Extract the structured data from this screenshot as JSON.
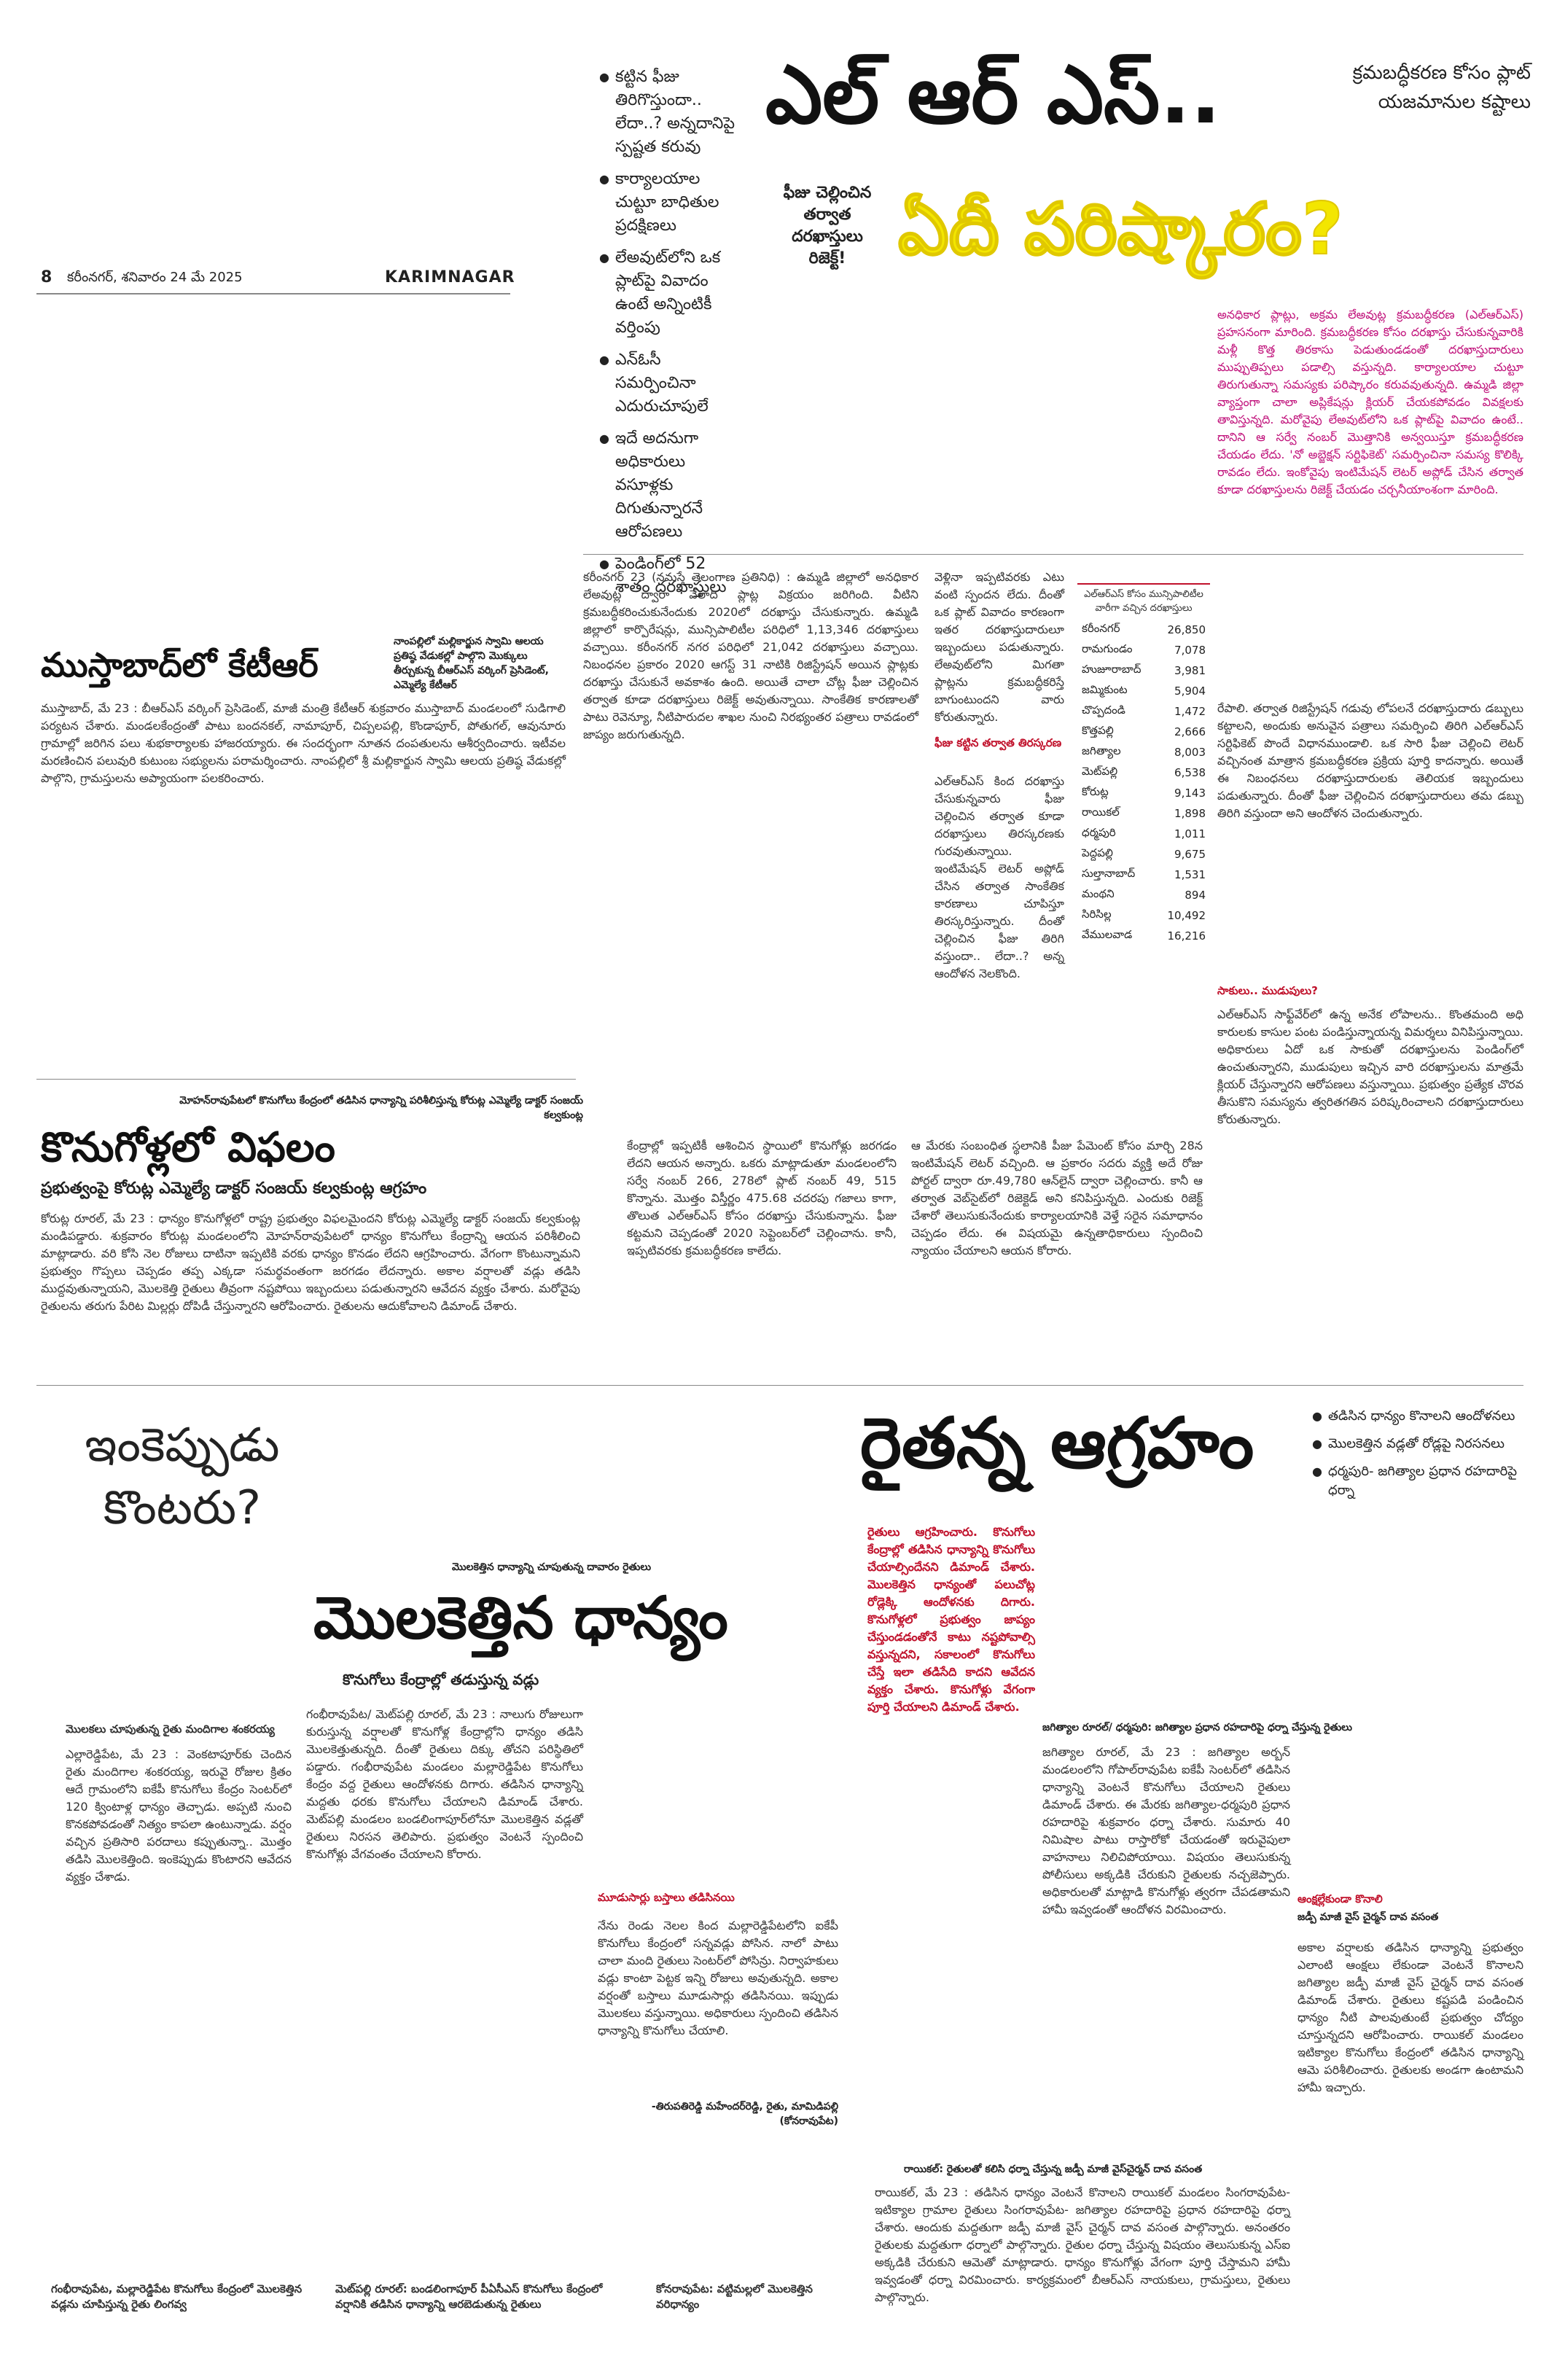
{
  "masthead": {
    "page_number": "8",
    "dateline": "కరీంనగర్, శనివారం 24 మే 2025",
    "edition": "KARIMNAGAR"
  },
  "lrs_story": {
    "bullets": [
      "కట్టిన ఫీజు తిరిగొస్తుందా.. లేదా..? అన్నదానిపై స్పష్టత కరువు",
      "కార్యాలయాల చుట్టూ బాధితుల ప్రదక్షిణలు",
      "లేఅవుట్‌లోని ఒక ప్లాట్‌పై వివాదం ఉంటే అన్నింటికీ వర్తింపు",
      "ఎన్‌ఓసీ సమర్పించినా ఎదురుచూపులే",
      "ఇదే అదనుగా అధికారులు వసూళ్లకు దిగుతున్నారనే ఆరోపణలు",
      "పెండింగ్‌లో 52 శాతం దరఖాస్తులు"
    ],
    "headline": "ఎల్ ఆర్ ఎస్..",
    "kicker": "క్రమబద్ధీకరణ కోసం ప్లాట్ యజమానుల కష్టాలు",
    "tag": "ఫీజు చెల్లించిన తర్వాత దరఖాస్తులు రిజెక్ట్!",
    "headline2": "ఏదీ పరిష్కారం?",
    "intro": "అనధికార ప్లాట్లు, అక్రమ లేఅవుట్ల క్రమబద్ధీకరణ (ఎల్‌ఆర్‌ఎస్) ప్రహసనంగా మారింది. క్రమబద్ధీకరణ కోసం దరఖాస్తు చేసుకున్నవారికి మళ్లీ కొత్త తిరకాసు పెడుతుండడంతో దరఖాస్తుదారులు ముప్పుతిప్పలు పడాల్సి వస్తున్నది. కార్యాలయాల చుట్టూ తిరుగుతున్నా సమస్యకు పరిష్కారం కరువవుతున్నది. ఉమ్మడి జిల్లా వ్యాప్తంగా చాలా అప్లికేషన్లు క్లియర్ చేయకపోవడం వివక్షలకు తావిస్తున్నది. మరోవైపు లేఅవుట్‌లోని ఒక ప్లాట్‌పై వివాదం ఉంటే.. దానిని ఆ సర్వే నంబర్ మొత్తానికి అన్వయిస్తూ క్రమబద్ధీకరణ చేయడం లేదు. 'నో అబ్జెక్షన్ సర్టిఫికెట్' సమర్పించినా సమస్య కొలిక్కి రావడం లేదు. ఇంకోవైపు ఇంటిమేషన్ లెటర్ అప్లోడ్ చేసిన తర్వాత కూడా దరఖాస్తులను రిజెక్ట్ చేయడం చర్చనీయాంశంగా మారింది.",
    "col1": "కరీంనగర్ 23 (నమస్తే తెలంగాణ ప్రతినిధి) : ఉమ్మడి జిల్లాలో అనధికార లేఅవుట్ల ద్వారా వేలాది ప్లాట్ల విక్రయం జరిగింది. వీటిని క్రమబద్ధీకరించుకునేందుకు 2020లో దరఖాస్తు చేసుకున్నారు. ఉమ్మడి జిల్లాలో కార్పొరేషన్లు, మున్సిపాలిటీల పరిధిలో 1,13,346 దరఖాస్తులు వచ్చాయి. కరీంనగర్ నగర పరిధిలో 21,042 దరఖాస్తులు వచ్చాయి. నిబంధనల ప్రకారం 2020 ఆగస్ట్ 31 నాటికి రిజిస్ట్రేషన్ అయిన ప్లాట్లకు దరఖాస్తు చేసుకునే అవకాశం ఉంది. అయితే చాలా చోట్ల ఫీజు చెల్లించిన తర్వాత కూడా దరఖాస్తులు రిజెక్ట్ అవుతున్నాయి. సాంకేతిక కారణాలతో పాటు రెవెన్యూ, నీటిపారుదల శాఖల నుంచి నిరభ్యంతర పత్రాలు రావడంలో జాప్యం జరుగుతున్నది.",
    "col2": "వెళ్లినా ఇప్పటివరకు ఎటు వంటి స్పందన లేదు. దీంతో ఒక ప్లాట్ వివాదం కారణంగా ఇతర దరఖాస్తుదారులూ ఇబ్బందులు పడుతున్నారు. లేఅవుట్‌లోని మిగతా ప్లాట్లను క్రమబద్ధీకరిస్తే బాగుంటుందని వారు కోరుతున్నారు.",
    "subhead1": "ఫీజు కట్టిన తర్వాత తిరస్కరణ",
    "col2b": "ఎల్‌ఆర్‌ఎస్ కింద దరఖాస్తు చేసుకున్నవారు ఫీజు చెల్లించిన తర్వాత కూడా దరఖాస్తులు తిరస్కరణకు గురవుతున్నాయి. ఇంటిమేషన్ లెటర్ అప్లోడ్ చేసిన తర్వాత సాంకేతిక కారణాలు చూపిస్తూ తిరస్కరిస్తున్నారు. దీంతో చెల్లించిన ఫీజు తిరిగి వస్తుందా.. లేదా..? అన్న ఆందోళన నెలకొంది."
  },
  "pending_table": {
    "caption": "ఎల్‌ఆర్‌ఎస్ కోసం మున్సిపాలిటీల వారీగా వచ్చిన దరఖాస్తులు",
    "rows": [
      {
        "name": "కరీంనగర్",
        "value": "26,850"
      },
      {
        "name": "రామగుండం",
        "value": "7,078"
      },
      {
        "name": "హుజూరాబాద్",
        "value": "3,981"
      },
      {
        "name": "జమ్మికుంట",
        "value": "5,904"
      },
      {
        "name": "చొప్పదండి",
        "value": "1,472"
      },
      {
        "name": "కొత్తపల్లి",
        "value": "2,666"
      },
      {
        "name": "జగిత్యాల",
        "value": "8,003"
      },
      {
        "name": "మెట్‌పల్లి",
        "value": "6,538"
      },
      {
        "name": "కోరుట్ల",
        "value": "9,143"
      },
      {
        "name": "రాయికల్",
        "value": "1,898"
      },
      {
        "name": "ధర్మపురి",
        "value": "1,011"
      },
      {
        "name": "పెద్దపల్లి",
        "value": "9,675"
      },
      {
        "name": "సుల్తానాబాద్",
        "value": "1,531"
      },
      {
        "name": "మంథని",
        "value": "894"
      },
      {
        "name": "సిరిసిల్ల",
        "value": "10,492"
      },
      {
        "name": "వేములవాడ",
        "value": "16,216"
      }
    ]
  },
  "lrs_right_col": {
    "text": "రేపాలి. తర్వాత రిజిస్ట్రేషన్ గడువు లోపలనే దరఖాస్తుదారు డబ్బులు కట్టాలని, అందుకు అనువైన పత్రాలు సమర్పించి తిరిగి ఎల్‌ఆర్‌ఎస్ సర్టిఫికెట్ పొందే విధానముండాలి. ఒక సారి ఫీజు చెల్లించి లెటర్ వచ్చినంత మాత్రాన క్రమబద్ధీకరణ ప్రక్రియ పూర్తి కాదన్నారు. అయితే ఈ నిబంధనలు దరఖాస్తుదారులకు తెలియక ఇబ్బందులు పడుతున్నారు. దీంతో ఫీజు చెల్లించిన దరఖాస్తుదారులు తమ డబ్బు తిరిగి వస్తుందా అని ఆందోళన చెందుతున్నారు.",
    "subhead": "సాకులు.. ముడుపులు?",
    "text2": "ఎల్‌ఆర్‌ఎస్ సాఫ్ట్‌వేర్‌లో ఉన్న అనేక లోపాలను.. కొంతమంది అధి కారులకు కాసుల పంట పండిస్తున్నాయన్న విమర్శలు వినిపిస్తున్నాయి. అధికారులు ఏదో ఒక సాకుతో దరఖాస్తులను పెండింగ్‌లో ఉంచుతున్నారని, ముడుపులు ఇచ్చిన వారి దరఖాస్తులను మాత్రమే క్లియర్ చేస్తున్నారని ఆరోపణలు వస్తున్నాయి. ప్రభుత్వం ప్రత్యేక చొరవ తీసుకొని సమస్యను త్వరితగతిన పరిష్కరించాలని దరఖాస్తుదారులు కోరుతున్నారు."
  },
  "ktr_story": {
    "kicker": "నాంపల్లిలో మల్లికార్జున స్వామి ఆలయ ప్రతిష్ఠ వేడుకల్లో పాల్గొని మొక్కులు తీర్చుకున్న బీఆర్‌ఎస్ వర్కింగ్ ప్రెసిడెంట్, ఎమ్మెల్యే కేటీఆర్",
    "headline": "ముస్తాబాద్‌లో కేటీఆర్",
    "body": "ముస్తాబాద్, మే 23 : బీఆర్‌ఎస్ వర్కింగ్ ప్రెసిడెంట్, మాజీ మంత్రి కేటీఆర్ శుక్రవారం ముస్తాబాద్ మండలంలో సుడిగాలి పర్యటన చేశారు. మండలకేంద్రంతో పాటు బందనకల్, నామాపూర్, చిప్పలపల్లి, కొండాపూర్, పోతుగల్, ఆవునూరు గ్రామాల్లో జరిగిన పలు శుభకార్యాలకు హాజరయ్యారు. ఈ సందర్భంగా నూతన దంపతులను ఆశీర్వదించారు. ఇటీవల మరణించిన పలువురి కుటుంబ సభ్యులను పరామర్శించారు. నాంపల్లిలో శ్రీ మల్లికార్జున స్వామి ఆలయ ప్రతిష్ఠ వేడుకల్లో పాల్గొని, గ్రామస్తులను అప్యాయంగా పలకరించారు."
  },
  "purchase_story": {
    "kicker": "మోహన్‌రావుపేటలో కొనుగోలు కేంద్రంలో తడిసిన ధాన్యాన్ని పరిశీలిస్తున్న కోరుట్ల ఎమ్మెల్యే డాక్టర్ సంజయ్ కల్వకుంట్ల",
    "headline": "కొనుగోళ్లలో విఫలం",
    "deck": "ప్రభుత్వంపై కోరుట్ల ఎమ్మెల్యే డాక్టర్ సంజయ్ కల్వకుంట్ల ఆగ్రహం",
    "body": "కోరుట్ల రూరల్, మే 23 : ధాన్యం కొనుగోళ్లలో రాష్ట్ర ప్రభుత్వం విఫలమైందని కోరుట్ల ఎమ్మెల్యే డాక్టర్ సంజయ్ కల్వకుంట్ల మండిపడ్డారు. శుక్రవారం కోరుట్ల మండలంలోని మోహన్‌రావుపేటలో ధాన్యం కొనుగోలు కేంద్రాన్ని ఆయన పరిశీలించి మాట్లాడారు. వరి కోసి నెల రోజులు దాటినా ఇప్పటికి వరకు ధాన్యం కొనడం లేదని ఆగ్రహించారు. వేగంగా కొంటున్నామని ప్రభుత్వం గొప్పలు చెప్పడం తప్ప ఎక్కడా సమర్థవంతంగా జరగడం లేదన్నారు. అకాల వర్షాలతో వడ్లు తడిసి ముద్దవుతున్నాయని, మొలకెత్తి రైతులు తీవ్రంగా నష్టపోయి ఇబ్బందులు పడుతున్నారని ఆవేదన వ్యక్తం చేశారు. మరోవైపు రైతులను తరుగు పేరిట మిల్లర్లు దోపిడీ చేస్తున్నారని ఆరోపించారు. రైతులను ఆదుకోవాలని డిమాండ్ చేశారు."
  },
  "purchase_cols": {
    "col1": "కేంద్రాల్లో ఇప్పటికీ ఆశించిన స్థాయిలో కొనుగోళ్లు జరగడం లేదని ఆయన అన్నారు. ఒకరు మాట్లాడుతూ మండలంలోని సర్వే నంబర్ 266, 278లో ప్లాట్ నంబర్ 49, 515 కొన్నాను. మొత్తం విస్తీర్ణం 475.68 చదరపు గజాలు కాగా, తొలుత ఎల్‌ఆర్‌ఎస్ కోసం దరఖాస్తు చేసుకున్నాను. ఫీజు కట్టమని చెప్పడంతో 2020 సెప్టెంబర్‌లో చెల్లించాను. కానీ, ఇప్పటివరకు క్రమబద్ధీకరణ కాలేదు.",
    "col2": "ఆ మేరకు సంబంధిత స్థలానికి పీజు పేమెంట్ కోసం మార్చి 28న ఇంటిమేషన్ లెటర్ వచ్చింది. ఆ ప్రకారం సదరు వ్యక్తి అదే రోజు పోర్టల్ ద్వారా రూ.49,780 ఆన్‌లైన్ ద్వారా చెల్లించారు. కానీ ఆ తర్వాత వెబ్‌సైట్‌లో రిజెక్టెడ్ అని కనిపిస్తున్నది. ఎందుకు రిజెక్ట్ చేశారో తెలుసుకునేందుకు కార్యాలయానికి వెళ్తే సరైన సమాధానం చెప్పడం లేదు. ఈ విషయమై ఉన్నతాధికారులు స్పందించి న్యాయం చేయాలని ఆయన కోరారు."
  },
  "farmer_story": {
    "question": "ఇంకెప్పుడు కొంటరు?",
    "headline": "రైతన్న ఆగ్రహం",
    "bullets": [
      "తడిసిన ధాన్యం కొనాలని ఆందోళనలు",
      "మొలకెత్తిన వడ్లతో రోడ్లపై నిరసనలు",
      "ధర్మపురి- జగిత్యాల ప్రధాన రహదారిపై ధర్నా"
    ],
    "red_text": "రైతులు ఆగ్రహించారు. కొనుగోలు కేంద్రాల్లో తడిసిన ధాన్యాన్ని కొనుగోలు చేయాల్సిందేనని డిమాండ్ చేశారు. మొలకెత్తిన ధాన్యంతో పలుచోట్ల రోడ్లెక్కి ఆందోళనకు దిగారు. కొనుగోళ్లలో ప్రభుత్వం జాప్యం చేస్తుండడంతోనే కాటు నష్టపోవాల్సి వస్తున్నదని, సకాలంలో కొనుగోలు చేస్తే ఇలా తడిసేది కాదని ఆవేదన వ్యక్తం చేశారు. కొనుగోళ్లు వేగంగా పూర్తి చేయాలని డిమాండ్ చేశారు."
  },
  "sprout_story": {
    "kicker": "మొలకెత్తిన ధాన్యాన్ని చూపుతున్న దావారం రైతులు",
    "headline": "మొలకెత్తిన ధాన్యం",
    "deck": "కొనుగోలు కేంద్రాల్లో తడుస్తున్న వడ్లు",
    "photo_caption": "మొలకలు చూపుతున్న రైతు మందిగాల శంకరయ్య",
    "col1": "ఎల్లారెడ్డిపేట, మే 23 : వెంకటాపూర్‌కు చెందిన రైతు మందిగాల శంకరయ్య, ఇరువై రోజుల క్రితం ఆదే గ్రామంలోని ఐకేపీ కొనుగోలు కేంద్రం సెంటర్‌లో 120 క్వింటాళ్ల ధాన్యం తెచ్చాడు. అప్పటి నుంచి కొనకపోవడంతో నిత్యం కాపలా ఉంటున్నాడు. వర్షం వచ్చిన ప్రతిసారి పరదాలు కప్పుతున్నా.. మొత్తం తడిసి మొలకెత్తింది. ఇంకెప్పుడు కొంటారని ఆవేదన వ్యక్తం చేశాడు.",
    "col2": "గంభీరావుపేట/ మెట్‌పల్లి రూరల్, మే 23 : నాలుగు రోజులుగా కురుస్తున్న వర్షాలతో కొనుగోళ్ల కేంద్రాల్లోని ధాన్యం తడిసి మొలకెత్తుతున్నది. దీంతో రైతులు దిక్కు తోచని పరిస్థితిలో పడ్డారు. గంభీరావుపేట మండలం మల్లారెడ్డిపేట కొనుగోలు కేంద్రం వద్ద రైతులు ఆందోళనకు దిగారు. తడిసిన ధాన్యాన్ని మద్దతు ధరకు కొనుగోలు చేయాలని డిమాండ్ చేశారు. మెట్‌పల్లి మండలం బండలింగాపూర్‌లోనూ మొలకెత్తిన వడ్లతో రైతులు నిరసన తెలిపారు. ప్రభుత్వం వెంటనే స్పందించి కొనుగోళ్లు వేగవంతం చేయాలని కోరారు.",
    "subhead": "మూడుసార్లు బస్తాలు తడిసినయి",
    "quote": "నేను రెండు నెలల కింద మల్లారెడ్డిపేటలోని ఐకేపీ కొనుగోలు కేంద్రంలో సన్నవడ్లు పోసిన. నాలో పాటు చాలా మంది రైతులు సెంటర్‌లో పోసిన్రు. నిర్వాహకులు వడ్లు కాంటా పెట్టక ఇన్ని రోజులు అవుతున్నది. అకాల వర్షంతో బస్తాలు మూడుసార్లు తడిసినయి. ఇప్పుడు మొలకలు వస్తున్నాయి. అధికారులు స్పందించి తడిసిన ధాన్యాన్ని కొనుగోలు చేయాలి.",
    "quote_by": "-తిరుపతిరెడ్డి మహేందర్‌రెడ్డి, రైతు, మామిడిపల్లి (కోనరావుపేట)"
  },
  "dharmapuri_story": {
    "kicker": "జగిత్యాల రూరల్/ ధర్మపురి: జగిత్యాల ప్రధాన రహదారిపై ధర్నా చేస్తున్న రైతులు",
    "body": "జగిత్యాల రూరల్, మే 23 : జగిత్యాల అర్బన్ మండలంలోని గోపాల్‌రావుపేట ఐకేపీ సెంటర్‌లో తడిసిన ధాన్యాన్ని వెంటనే కొనుగోలు చేయాలని రైతులు డిమాండ్ చేశారు. ఈ మేరకు జగిత్యాల-ధర్మపురి ప్రధాన రహదారిపై శుక్రవారం ధర్నా చేశారు. సుమారు 40 నిమిషాల పాటు రాస్తారోకో చేయడంతో ఇరువైపులా వాహనాలు నిలిచిపోయాయి. విషయం తెలుసుకున్న పోలీసులు అక్కడికి చేరుకుని రైతులకు నచ్చజెప్పారు. అధికారులతో మాట్లాడి కొనుగోళ్లు త్వరగా చేపడతామని హామీ ఇవ్వడంతో ఆందోళన విరమించారు.",
    "subhead": "ఆంక్షల్లేకుండా కొనాలి",
    "sub_by": "జడ్పీ మాజీ వైస్ చైర్మన్ దావ వసంత",
    "body2": "అకాల వర్షాలకు తడిసిన ధాన్యాన్ని ప్రభుత్వం ఎలాంటి ఆంక్షలు లేకుండా వెంటనే కొనాలని జగిత్యాల జడ్పీ మాజీ వైస్ చైర్మన్ దావ వసంత డిమాండ్ చేశారు. రైతులు కష్టపడి పండించిన ధాన్యం నీటి పాలవుతుంటే ప్రభుత్వం చోద్యం చూస్తున్నదని ఆరోపించారు. రాయికల్ మండలం ఇటిక్యాల కొనుగోలు కేంద్రంలో తడిసిన ధాన్యాన్ని ఆమె పరిశీలించారు. రైతులకు అండగా ఉంటామని హామీ ఇచ్చారు."
  },
  "raikal_story": {
    "kicker": "రాయికల్: రైతులతో కలిసి ధర్నా చేస్తున్న జడ్పీ మాజీ వైస్‌చైర్మన్ దావ వసంత",
    "body": "రాయికల్, మే 23 : తడిసిన ధాన్యం వెంటనే కొనాలని రాయికల్ మండలం సింగరావుపేట- ఇటిక్యాల గ్రామాల రైతులు సింగరావుపేట- జగిత్యాల రహదారిపై ప్రధాన రహదారిపై ధర్నా చేశారు. ఆందుకు మద్దతుగా జడ్పీ మాజీ వైస్ చైర్మన్ దావ వసంత పాల్గొన్నారు. అనంతరం రైతులకు మద్దతుగా ధర్నాలో పాల్గొన్నారు. రైతుల ధర్నా చేస్తున్న విషయం తెలుసుకున్న ఎస్‌ఐ అక్కడికి చేరుకుని ఆమెతో మాట్లాడారు. ధాన్యం కొనుగోళ్లు వేగంగా పూర్తి చేస్తామని హామీ ఇవ్వడంతో ధర్నా విరమించారు. కార్యక్రమంలో బీఆర్‌ఎస్ నాయకులు, గ్రామస్తులు, రైతులు పాల్గొన్నారు."
  },
  "bottom_captions": [
    "గంభీరావుపేట, మల్లారెడ్డిపేట కొనుగోలు కేంద్రంలో మొలకెత్తిన వడ్లను చూపిస్తున్న రైతు లింగవ్వ",
    "మెట్‌పల్లి రూరల్: బండలింగాపూర్ పీఏసీఎస్ కొనుగోలు కేంద్రంలో వర్షానికి తడిసిన ధాన్యాన్ని ఆరబెడుతున్న రైతులు",
    "కోనరావుపేట: వట్టిమల్లలో మొలకెత్తిన వరిధాన్యం"
  ]
}
